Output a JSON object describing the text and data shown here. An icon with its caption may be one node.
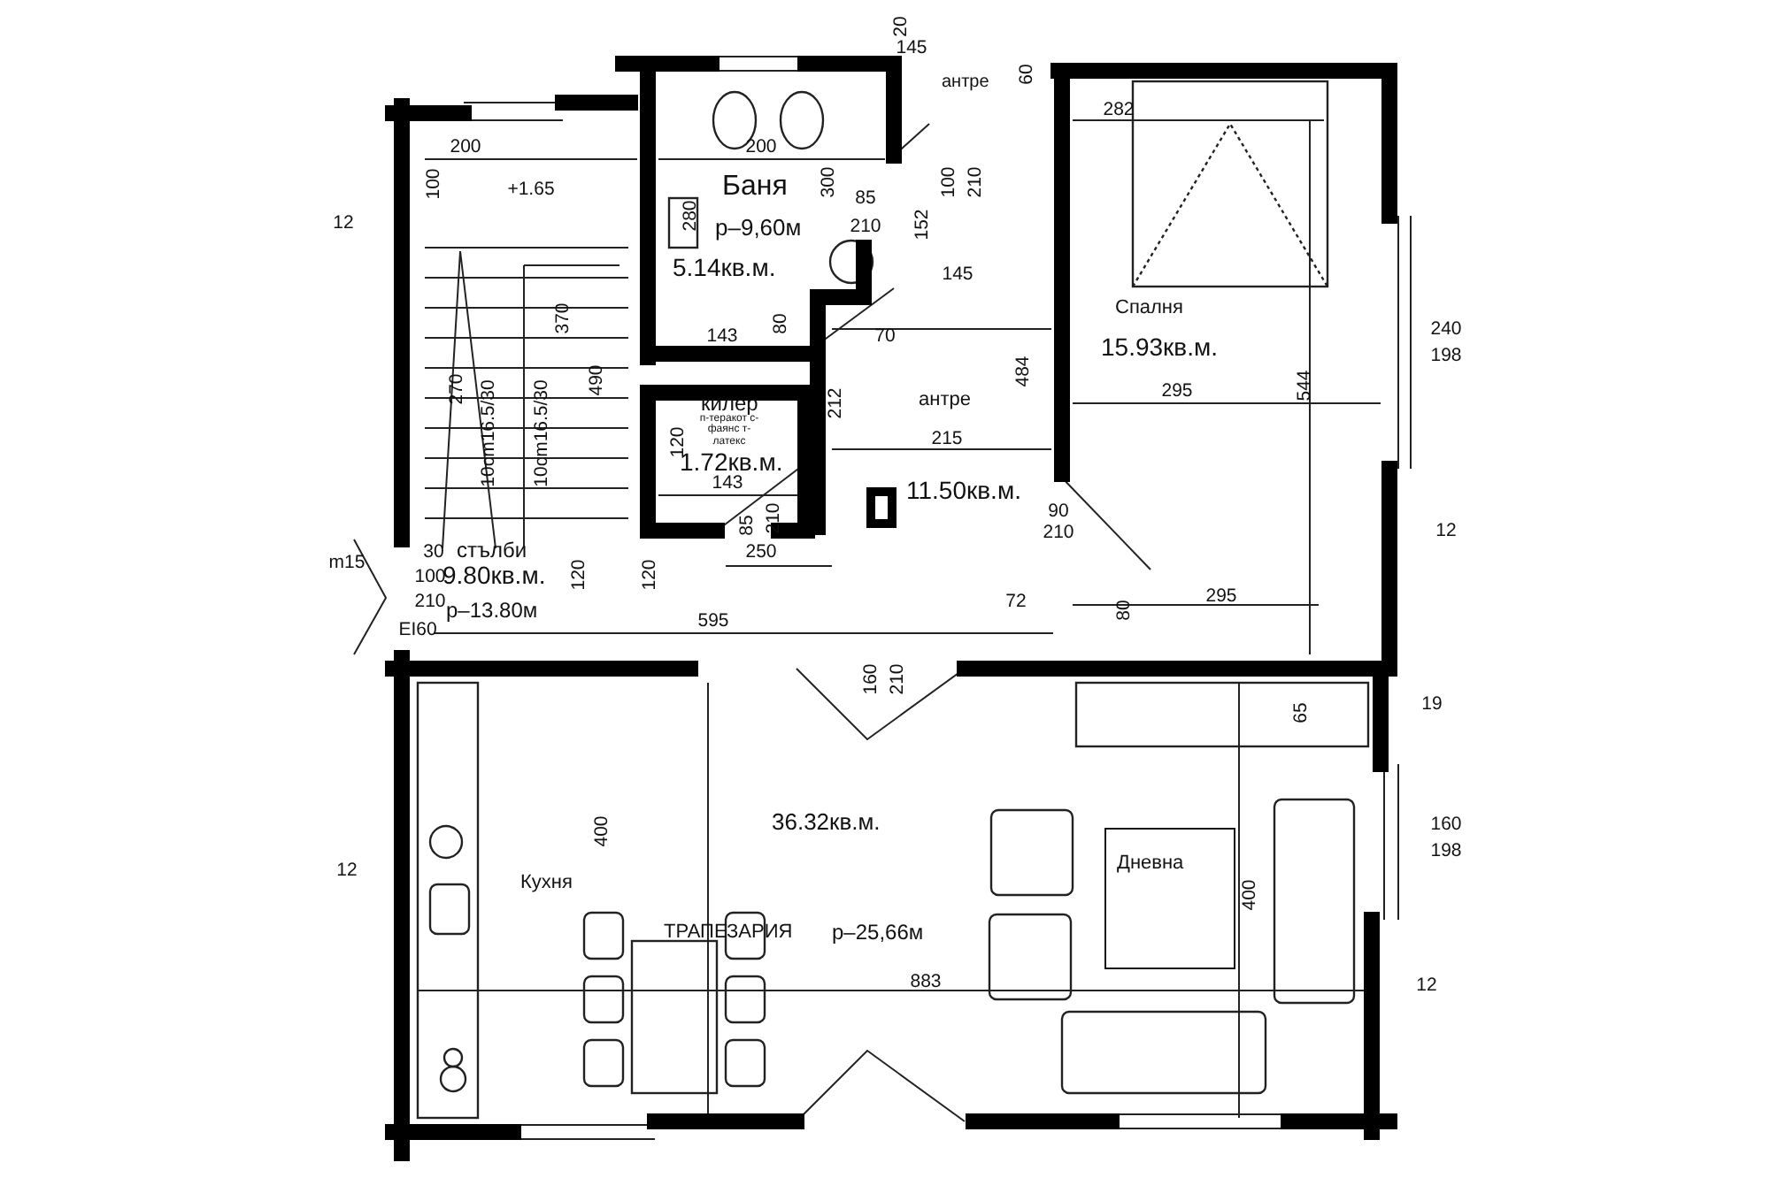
{
  "diagram": {
    "nodes": [
      {
        "text": [
          "Баня",
          "р–9,60м",
          "5.14кв.м."
        ]
      },
      {
        "text": [
          "килер",
          "п-теракот с-фаянс т-латекс",
          "1.72кв.м."
        ]
      },
      {
        "text": [
          "антре",
          "11.50кв.м."
        ]
      },
      {
        "text": [
          "Спалня",
          "15.93кв.м."
        ]
      },
      {
        "text": [
          "стълби",
          "9.80кв.м.",
          "р–13.80м"
        ]
      },
      {
        "text": [
          "Кухня",
          "36.32кв.м.",
          "ТРАПЕЗАРИЯ",
          "р–25,66м"
        ]
      },
      {
        "text": [
          "Дневна"
        ],
        "in": 5
      },
      {
        "text": [
          "антре"
        ]
      }
    ],
    "labels": [
      "20",
      "145",
      "60",
      "100",
      "210",
      "200",
      "200",
      "282",
      "100",
      "+1.65",
      "300",
      "85",
      "12",
      "280",
      "210",
      "152",
      "145",
      "370",
      "240",
      "198",
      "143",
      "80",
      "70",
      "270",
      "490",
      "212",
      "484",
      "295",
      "544",
      "10cm16.5/30",
      "10cm16.5/30",
      "215",
      "120",
      "143",
      "85",
      "210",
      "90",
      "210",
      "12",
      "m15",
      "30",
      "100",
      "210",
      "EI60",
      "250",
      "120",
      "120",
      "72",
      "295",
      "80",
      "595",
      "160",
      "210",
      "65",
      "19",
      "160",
      "198",
      "400",
      "12",
      "400",
      "883",
      "12"
    ]
  }
}
